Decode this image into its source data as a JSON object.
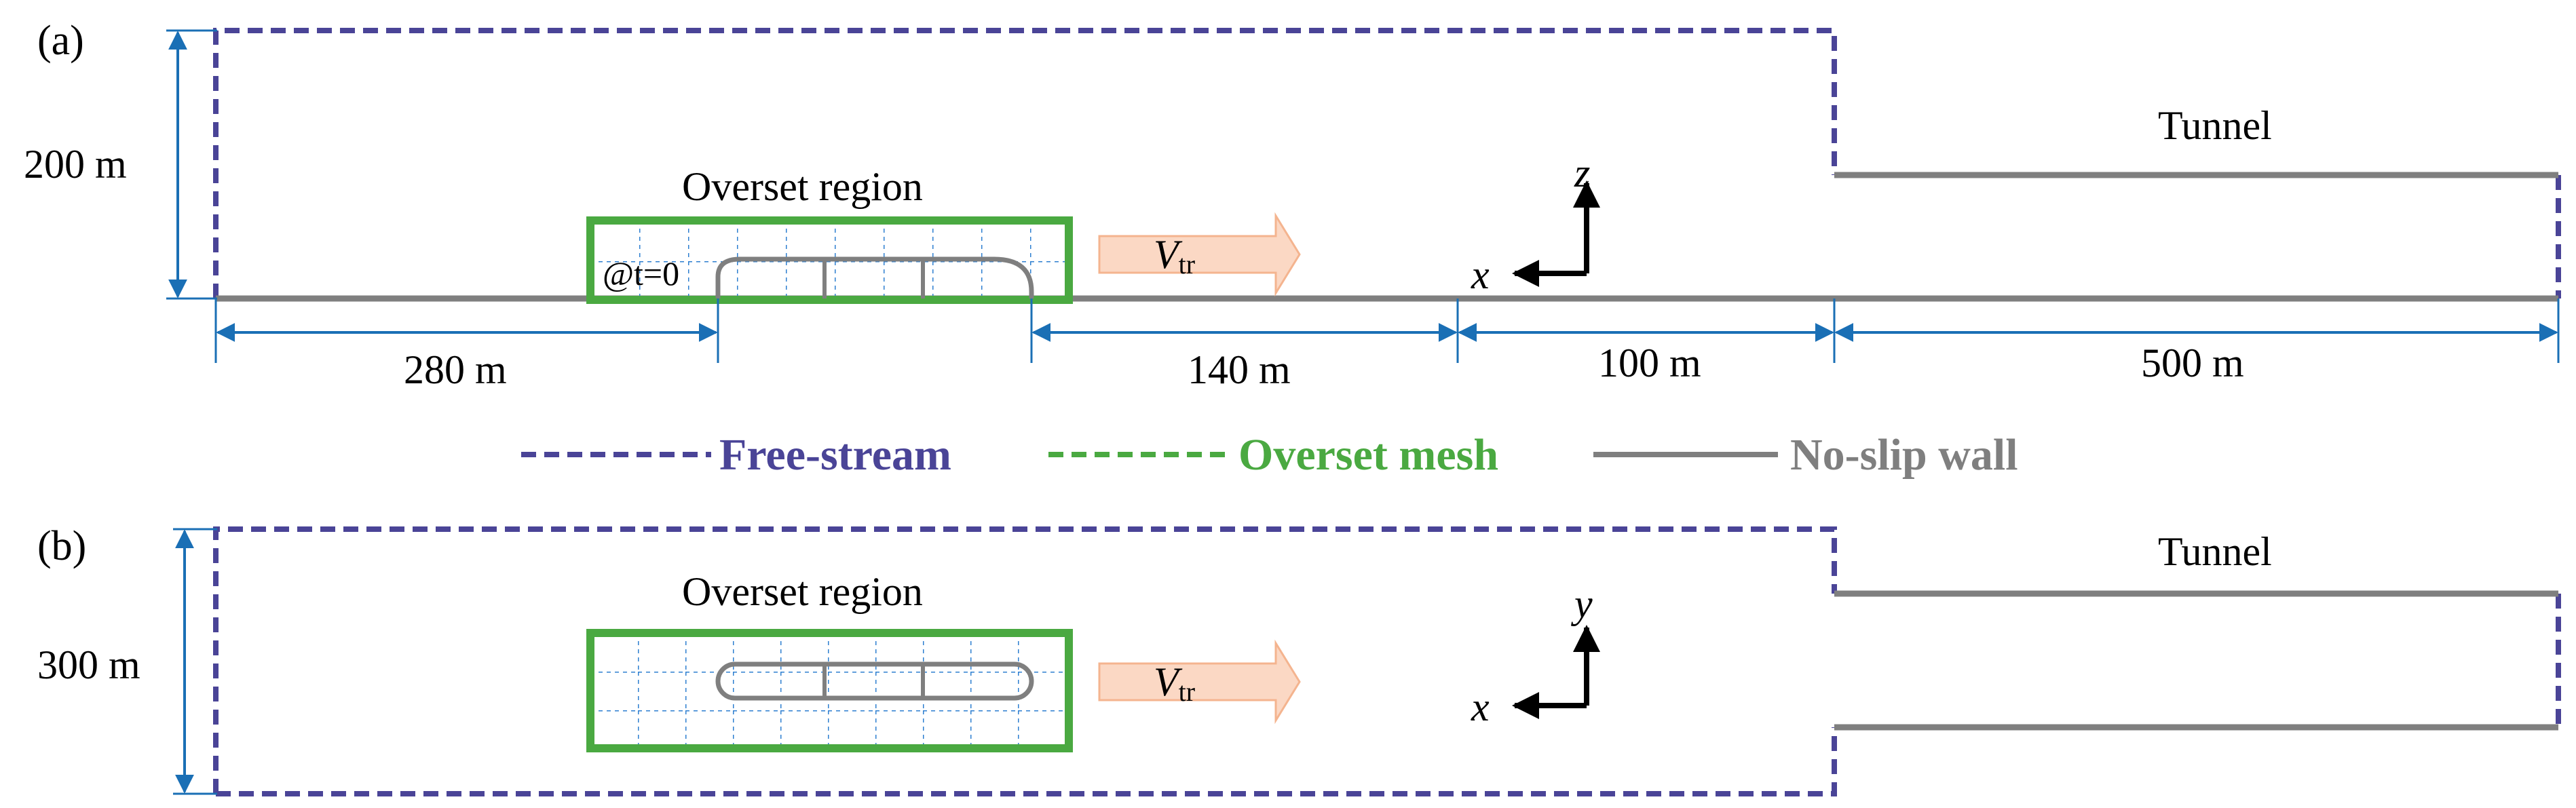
{
  "panel_a": {
    "label": "(a)",
    "height_dim": "200 m",
    "overset_title": "Overset region",
    "initial_marker": "@t=0",
    "velocity_symbol": "V",
    "velocity_subscript": "tr",
    "tunnel_label": "Tunnel",
    "axis_vertical": "z",
    "axis_horizontal": "x",
    "dim_1": "280 m",
    "dim_2": "140 m",
    "dim_3": "100 m",
    "dim_4": "500 m"
  },
  "legend": {
    "free_stream": {
      "label": "Free-stream",
      "color": "#4a4497"
    },
    "overset_mesh": {
      "label": "Overset mesh",
      "color": "#4aa941"
    },
    "no_slip_wall": {
      "label": "No-slip wall",
      "color": "#7f7f7f"
    }
  },
  "panel_b": {
    "label": "(b)",
    "height_dim": "300 m",
    "overset_title": "Overset region",
    "velocity_symbol": "V",
    "velocity_subscript": "tr",
    "tunnel_label": "Tunnel",
    "axis_vertical": "y",
    "axis_horizontal": "x"
  },
  "colors": {
    "dimension": "#1a6fb5",
    "grid": "#2e7fd0",
    "arrow_fill": "#fbd8c4",
    "arrow_edge": "#f4b48f"
  }
}
